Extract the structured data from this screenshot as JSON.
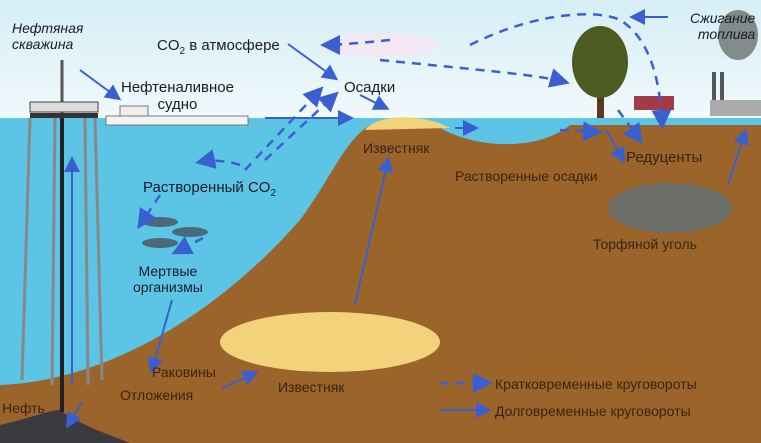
{
  "labels": {
    "oil_well": [
      "Нефтяная",
      "скважина"
    ],
    "co2_atm": "CO",
    "co2_atm_sub": "2",
    "co2_atm_rest": " в атмосфере",
    "tanker": [
      "Нефтеналивное",
      "судно"
    ],
    "precip": "Осадки",
    "fuel_burning": [
      "Сжигание",
      "топлива"
    ],
    "limestone_top": "Известняк",
    "dissolved_co2": "Растворенный CO",
    "dissolved_co2_sub": "2",
    "decomposers": "Редуценты",
    "dissolved_sediments": "Растворенные осадки",
    "peat_coal": "Торфяной уголь",
    "dead_organisms": [
      "Мертвые",
      "организмы"
    ],
    "shells": "Раковины",
    "deposits": "Отложения",
    "limestone_bottom": "Известняк",
    "oil": "Нефть"
  },
  "legend": {
    "short": "Кратковременные круговороты",
    "long": "Долговременные круговороты"
  },
  "colors": {
    "sky": "#e4f3f8",
    "water": "#5cc4e4",
    "ground": "#9a642a",
    "arrow": "#3a5fd0",
    "limestone": "#f2d27a",
    "coal": "#6f6f6a"
  }
}
